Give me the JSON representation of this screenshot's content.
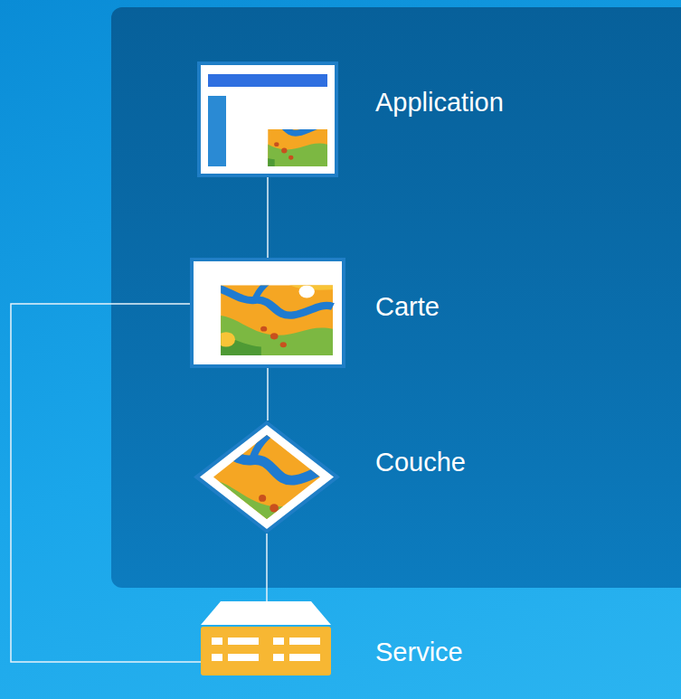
{
  "diagram": {
    "nodes": [
      {
        "text": [
          "Application"
        ]
      },
      {
        "text": [
          "Carte"
        ]
      },
      {
        "text": [
          "Couche"
        ]
      },
      {
        "text": [
          "Service"
        ]
      }
    ],
    "edges": [
      {
        "from": 0,
        "to": 1,
        "arrow": "none"
      },
      {
        "from": 1,
        "to": 2,
        "arrow": "none"
      },
      {
        "from": 2,
        "to": 3,
        "arrow": "none"
      },
      {
        "from": 1,
        "to": 3,
        "arrow": "none"
      }
    ]
  }
}
